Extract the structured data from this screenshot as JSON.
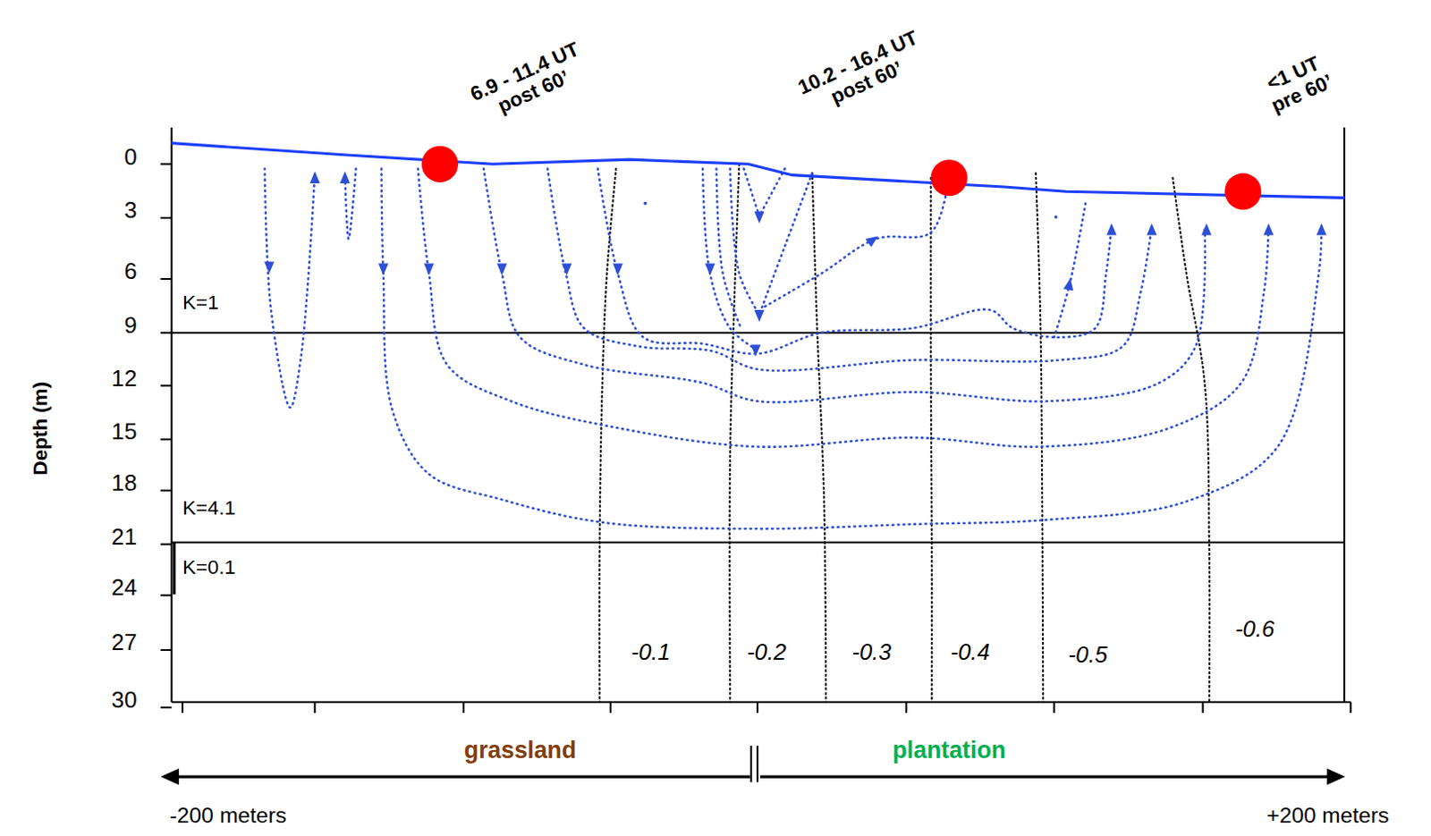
{
  "diagram": {
    "labels": [
      "6.9 - 11.4 UT post 60’",
      "10.2 - 16.4 UT post 60’",
      "<1 UT pre 60’",
      "0",
      "3",
      "6",
      "9",
      "12",
      "15",
      "18",
      "21",
      "24",
      "27",
      "30",
      "K=1",
      "K=4.1",
      "K=0.1",
      "Depth (m)",
      "-0.1",
      "-0.2",
      "-0.3",
      "-0.4",
      "-0.5",
      "-0.6",
      "grassland",
      "plantation",
      "-200 meters",
      "+200 meters"
    ]
  }
}
